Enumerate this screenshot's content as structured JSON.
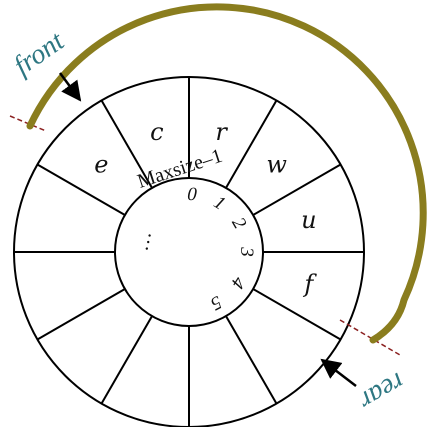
{
  "diagram": {
    "cells": [
      "f",
      "u",
      "w",
      "r",
      "c",
      "e",
      "",
      "",
      "",
      "",
      "",
      ""
    ],
    "index_labels": [
      "0",
      "1",
      "2",
      "3",
      "4",
      "5"
    ],
    "maxsize_label": "Maxsize–1",
    "ellipsis": "…",
    "front_label": "front",
    "rear_label": "rear",
    "colors": {
      "ring_stroke": "#000000",
      "arc": "#8a7d1e",
      "pointer_text": "#2e7782",
      "dashed_line": "#8b2020",
      "arrow": "#000000"
    }
  }
}
